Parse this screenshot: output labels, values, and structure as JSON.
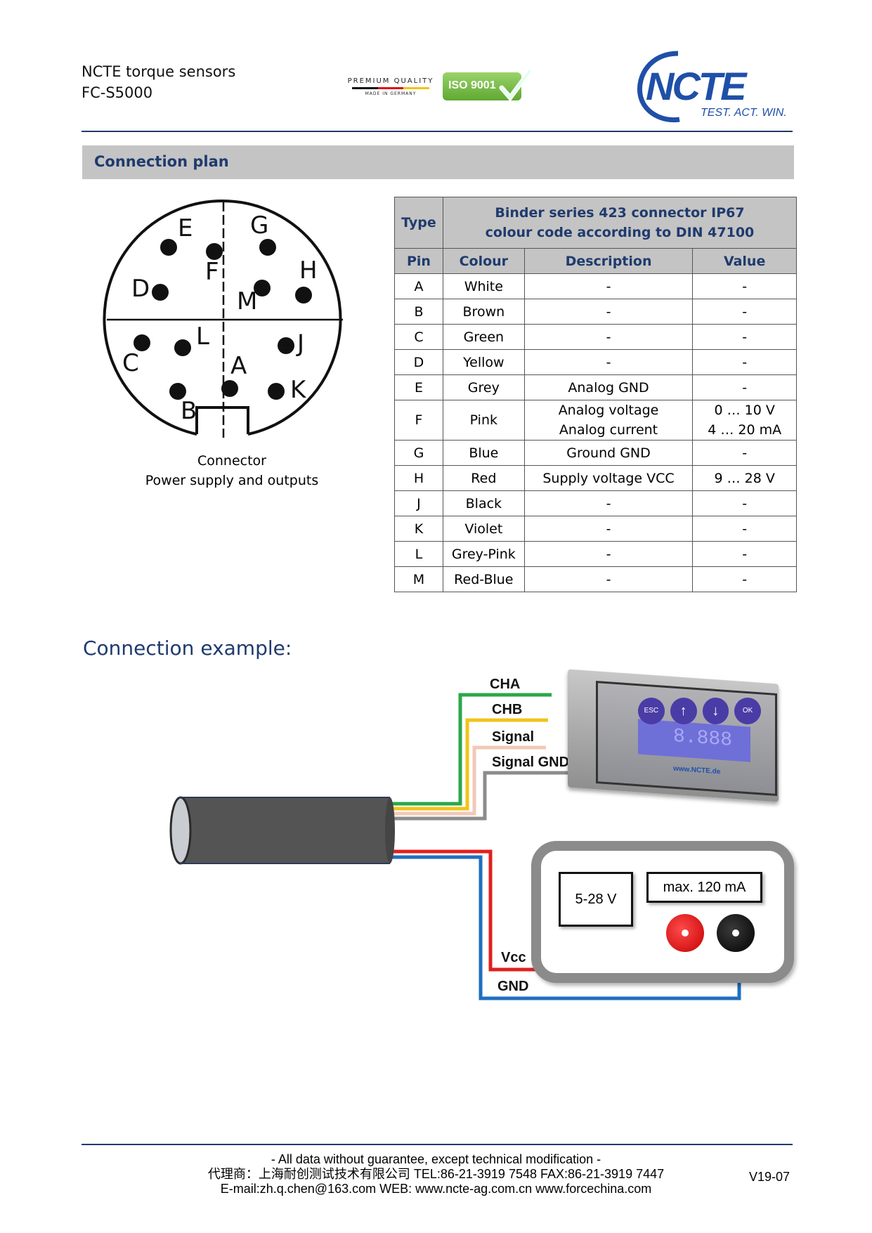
{
  "header": {
    "title_line1": "NCTE torque sensors",
    "title_line2": "FC-S5000",
    "premium_quality": "PREMIUM QUALITY",
    "made_in": "MADE IN GERMANY",
    "iso_label": "ISO 9001",
    "logo_text": "NCTE",
    "logo_tagline": "TEST. ACT. WIN."
  },
  "section": {
    "title": "Connection plan"
  },
  "connector": {
    "pins": [
      "E",
      "G",
      "F",
      "H",
      "D",
      "M",
      "L",
      "J",
      "C",
      "A",
      "K",
      "B"
    ],
    "caption_line1": "Connector",
    "caption_line2": "Power supply and outputs"
  },
  "table": {
    "type_label": "Type",
    "type_value_line1": "Binder series 423 connector IP67",
    "type_value_line2": "colour code according to DIN 47100",
    "headers": [
      "Pin",
      "Colour",
      "Description",
      "Value"
    ],
    "rows": [
      {
        "pin": "A",
        "colour": "White",
        "desc": [
          "-"
        ],
        "value": [
          "-"
        ]
      },
      {
        "pin": "B",
        "colour": "Brown",
        "desc": [
          "-"
        ],
        "value": [
          "-"
        ]
      },
      {
        "pin": "C",
        "colour": "Green",
        "desc": [
          "-"
        ],
        "value": [
          "-"
        ]
      },
      {
        "pin": "D",
        "colour": "Yellow",
        "desc": [
          "-"
        ],
        "value": [
          "-"
        ]
      },
      {
        "pin": "E",
        "colour": "Grey",
        "desc": [
          "Analog GND"
        ],
        "value": [
          "-"
        ]
      },
      {
        "pin": "F",
        "colour": "Pink",
        "desc": [
          "Analog voltage",
          "Analog current"
        ],
        "value": [
          "0 … 10 V",
          "4 … 20 mA"
        ]
      },
      {
        "pin": "G",
        "colour": "Blue",
        "desc": [
          "Ground GND"
        ],
        "value": [
          "-"
        ]
      },
      {
        "pin": "H",
        "colour": "Red",
        "desc": [
          "Supply voltage VCC"
        ],
        "value": [
          "9 … 28 V"
        ]
      },
      {
        "pin": "J",
        "colour": "Black",
        "desc": [
          "-"
        ],
        "value": [
          "-"
        ]
      },
      {
        "pin": "K",
        "colour": "Violet",
        "desc": [
          "-"
        ],
        "value": [
          "-"
        ]
      },
      {
        "pin": "L",
        "colour": "Grey-Pink",
        "desc": [
          "-"
        ],
        "value": [
          "-"
        ]
      },
      {
        "pin": "M",
        "colour": "Red-Blue",
        "desc": [
          "-"
        ],
        "value": [
          "-"
        ]
      }
    ]
  },
  "example": {
    "title": "Connection example:",
    "wires": {
      "cha": "CHA",
      "chb": "CHB",
      "signal": "Signal",
      "signal_gnd": "Signal GND",
      "vcc": "Vcc",
      "gnd": "GND"
    },
    "display_buttons": [
      "ESC",
      "↑",
      "↓",
      "OK"
    ],
    "display_brand": "www.NCTE.de",
    "supply_voltage": "5-28 V",
    "supply_current": "max. 120 mA",
    "colors": {
      "green": "#2aa84a",
      "yellow": "#f0c419",
      "pink": "#f2c9b8",
      "grey": "#8c8c8c",
      "red": "#e02020",
      "blue": "#1f6fbf",
      "brand_blue": "#1f4fa8"
    }
  },
  "footer": {
    "line1": "- All data without guarantee, except technical modification -",
    "line2": "代理商：上海耐创测试技术有限公司 TEL:86-21-3919 7548 FAX:86-21-3919 7447",
    "line3": "E-mail:zh.q.chen@163.com  WEB: www.ncte-ag.com.cn www.forcechina.com",
    "version": "V19-07"
  }
}
